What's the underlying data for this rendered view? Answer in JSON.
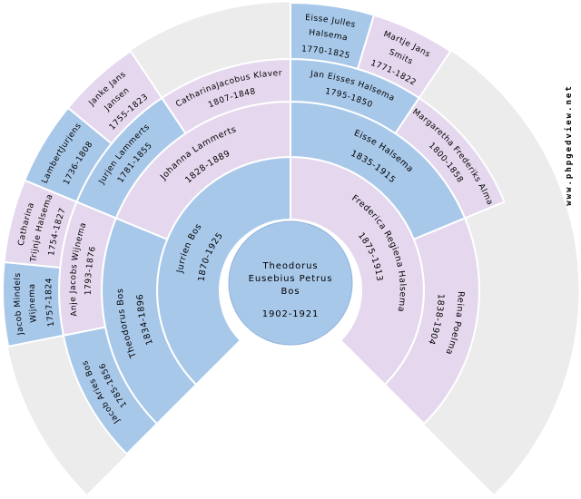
{
  "watermark": {
    "text": "www.phpgedview.net"
  },
  "colors": {
    "male": "#a8c8ea",
    "female": "#e5d8ee",
    "empty": "#ececec",
    "border": "#ffffff",
    "text": "#000000",
    "center_stroke": "#8fb3da",
    "watermark": "#8b2525",
    "background": "#ffffff"
  },
  "chart_data": {
    "type": "fan",
    "title": "Ancestry fan chart of Theodorus Eusebius Petrus Bos",
    "fan_degrees": 270,
    "start_angle": 135,
    "generations": 5,
    "root": {
      "name_lines": [
        "Theodorus",
        "Eusebius Petrus",
        "Bos"
      ],
      "dates": "1902-1921",
      "sex": "M"
    },
    "ancestors": [
      {
        "ring": 1,
        "slot": 0,
        "sex": "M",
        "name_lines": [
          "Jurrien Bos"
        ],
        "dates": "1870-1925"
      },
      {
        "ring": 1,
        "slot": 1,
        "sex": "F",
        "name_lines": [
          "Frederica Regiena Halsema"
        ],
        "dates": "1875-1913"
      },
      {
        "ring": 2,
        "slot": 0,
        "sex": "M",
        "name_lines": [
          "Theodorus Bos"
        ],
        "dates": "1834-1896"
      },
      {
        "ring": 2,
        "slot": 1,
        "sex": "F",
        "name_lines": [
          "Johanna Lammerts"
        ],
        "dates": "1828-1889"
      },
      {
        "ring": 2,
        "slot": 2,
        "sex": "M",
        "name_lines": [
          "Eisse Halsema"
        ],
        "dates": "1835-1915"
      },
      {
        "ring": 2,
        "slot": 3,
        "sex": "F",
        "name_lines": [
          "Reina Poelma"
        ],
        "dates": "1838-1904"
      },
      {
        "ring": 3,
        "slot": 0,
        "sex": "M",
        "name_lines": [
          "Jacob Aries Bos"
        ],
        "dates": "1785-1856"
      },
      {
        "ring": 3,
        "slot": 1,
        "sex": "F",
        "name_lines": [
          "Anje Jacobs Wijnema"
        ],
        "dates": "1793-1876"
      },
      {
        "ring": 3,
        "slot": 2,
        "sex": "M",
        "name_lines": [
          "Jurjen Lammerts"
        ],
        "dates": "1781-1855"
      },
      {
        "ring": 3,
        "slot": 3,
        "sex": "F",
        "name_lines": [
          "CatharinaJacobus Klaver"
        ],
        "dates": "1807-1848"
      },
      {
        "ring": 3,
        "slot": 4,
        "sex": "M",
        "name_lines": [
          "Jan Eisses Halsema"
        ],
        "dates": "1795-1850"
      },
      {
        "ring": 3,
        "slot": 5,
        "sex": "F",
        "name_lines": [
          "Margaretha Frederiks Alma"
        ],
        "dates": "1800-1858"
      },
      {
        "ring": 4,
        "slot": 2,
        "sex": "M",
        "name_lines": [
          "Jacob Mindels",
          "Wijnema"
        ],
        "dates": "1757-1824"
      },
      {
        "ring": 4,
        "slot": 3,
        "sex": "F",
        "name_lines": [
          "Catharina",
          "Trijnje Halsema"
        ],
        "dates": "1754-1827"
      },
      {
        "ring": 4,
        "slot": 4,
        "sex": "M",
        "name_lines": [
          "LambertJurjens"
        ],
        "dates": "1736-1808"
      },
      {
        "ring": 4,
        "slot": 5,
        "sex": "F",
        "name_lines": [
          "Janke Jans",
          "Jansen"
        ],
        "dates": "1755-1823"
      },
      {
        "ring": 4,
        "slot": 8,
        "sex": "M",
        "name_lines": [
          "Eisse Julles",
          "Halsema"
        ],
        "dates": "1770-1825"
      },
      {
        "ring": 4,
        "slot": 9,
        "sex": "F",
        "name_lines": [
          "Martje Jans",
          "Smits"
        ],
        "dates": "1771-1822"
      }
    ],
    "empty_slots": [
      {
        "ring": 3,
        "slot": 6
      },
      {
        "ring": 3,
        "slot": 7
      },
      {
        "ring": 4,
        "slot": 0
      },
      {
        "ring": 4,
        "slot": 1
      },
      {
        "ring": 4,
        "slot": 6
      },
      {
        "ring": 4,
        "slot": 7
      },
      {
        "ring": 4,
        "slot": 10
      },
      {
        "ring": 4,
        "slot": 11
      },
      {
        "ring": 4,
        "slot": 12
      },
      {
        "ring": 4,
        "slot": 13
      },
      {
        "ring": 4,
        "slot": 14
      },
      {
        "ring": 4,
        "slot": 15
      }
    ]
  }
}
